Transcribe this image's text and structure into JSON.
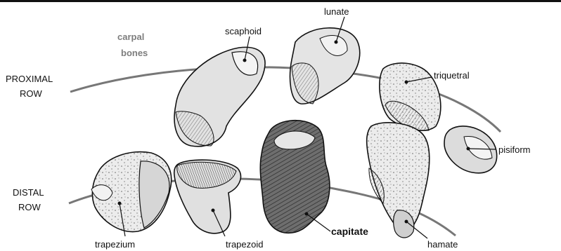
{
  "colors": {
    "ink": "#111111",
    "accent_gray": "#7d7d7d",
    "bone_fill": "#e8e8e8",
    "bone_shade": "#bdbdbd",
    "bone_dark": "#777777"
  },
  "group_label": {
    "line1": "carpal",
    "line2": "bones"
  },
  "rows": {
    "proximal": {
      "line1": "PROXIMAL",
      "line2": "ROW"
    },
    "distal": {
      "line1": "DISTAL",
      "line2": "ROW"
    }
  },
  "bones": {
    "scaphoid": "scaphoid",
    "lunate": "lunate",
    "triquetral": "triquetral",
    "pisiform": "pisiform",
    "trapezium": "trapezium",
    "trapezoid": "trapezoid",
    "capitate": "capitate",
    "hamate": "hamate"
  }
}
